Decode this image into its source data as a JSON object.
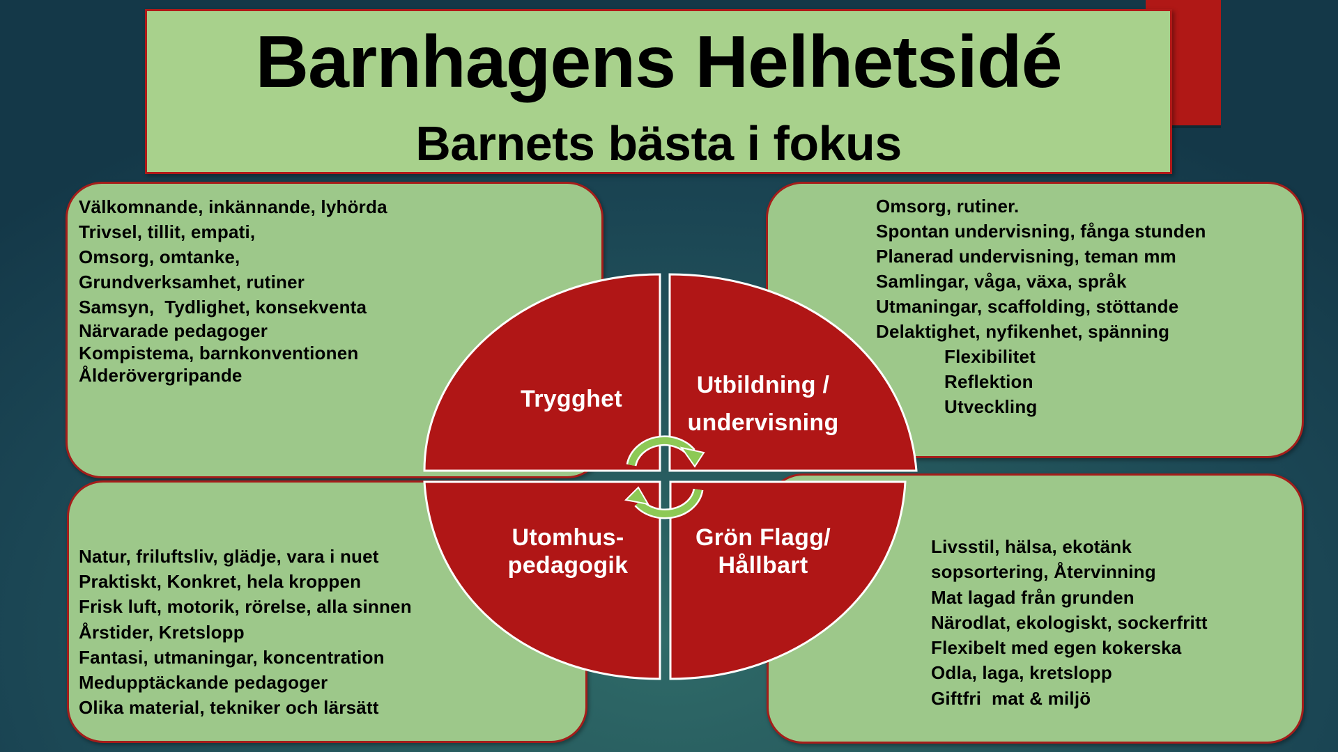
{
  "title": {
    "main": "Barnhagens Helhetsidé",
    "subtitle": "Barnets bästa i fokus"
  },
  "colors": {
    "background": "#1b4654",
    "panel_fill": "#9dc88a",
    "title_fill": "#a8d18c",
    "accent_red": "#b01816",
    "arrow_green": "#8dc955",
    "text": "#000000",
    "wheel_text": "#ffffff"
  },
  "wheel": {
    "quadrants": [
      {
        "id": "trygghet",
        "label": "Trygghet"
      },
      {
        "id": "utbildning",
        "label": "Utbildning /\nundervisning"
      },
      {
        "id": "utomhus",
        "label": "Utomhus-\npedagogik"
      },
      {
        "id": "gron-flagg",
        "label": "Grön Flagg/\nHållbart"
      }
    ],
    "center_icon": "circular-arrows-icon"
  },
  "panels": {
    "trygghet": {
      "items": [
        "Välkomnande, inkännande, lyhörda",
        "Trivsel, tillit, empati,",
        "Omsorg, omtanke,",
        "Grundverksamhet, rutiner",
        "Samsyn,  Tydlighet, konsekventa",
        "Närvarade pedagoger",
        "Kompistema, barnkonventionen",
        "Ålderövergripande"
      ]
    },
    "utbildning": {
      "items": [
        "Omsorg, rutiner.",
        "Spontan undervisning, fånga stunden",
        "Planerad undervisning, teman mm",
        "Samlingar, våga, växa, språk",
        "Utmaningar, scaffolding, stöttande",
        "Delaktighet, nyfikenhet, spänning"
      ],
      "sub_items": [
        "Flexibilitet",
        "Reflektion",
        "Utveckling"
      ]
    },
    "utomhus": {
      "items": [
        "Natur, friluftsliv, glädje, vara i nuet",
        "Praktiskt, Konkret, hela kroppen",
        "Frisk luft, motorik, rörelse, alla sinnen",
        "Årstider, Kretslopp",
        "Fantasi, utmaningar, koncentration",
        "Medupptäckande pedagoger",
        "Olika material, tekniker och lärsätt"
      ]
    },
    "gron_flagg": {
      "items": [
        "Livsstil, hälsa, ekotänk",
        "sopsortering, Återvinning",
        "Mat lagad från grunden",
        "Närodlat, ekologiskt, sockerfritt",
        "Flexibelt med egen kokerska",
        "Odla, laga, kretslopp",
        "Giftfri  mat & miljö"
      ]
    }
  }
}
